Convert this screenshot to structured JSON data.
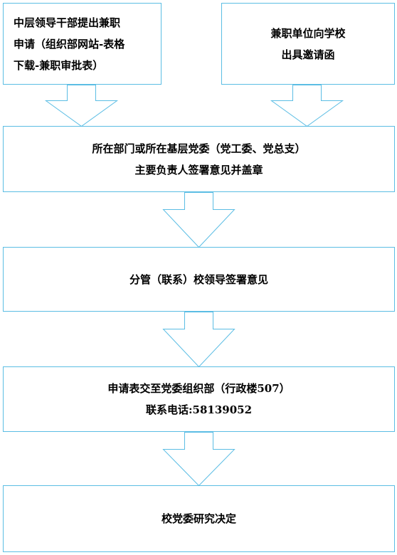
{
  "colors": {
    "border": "#5bbde4",
    "text": "#000000",
    "background": "#ffffff"
  },
  "steps": [
    {
      "id": "cadre-application",
      "lines": [
        "中层领导干部提出兼职",
        "申请（组织部网站-表格",
        "下载-兼职审批表）"
      ]
    },
    {
      "id": "employer-invitation",
      "lines": [
        "兼职单位向学校",
        "出具邀请函"
      ]
    },
    {
      "id": "department-approval",
      "lines": [
        "所在部门或所在基层党委（党工委、党总支）",
        "主要负责人签署意见并盖章"
      ]
    },
    {
      "id": "school-leader-opinion",
      "lines": [
        "分管（联系）校领导签署意见"
      ]
    },
    {
      "id": "submit-to-org-dept",
      "lines": [
        "申请表交至党委组织部（行政楼507）",
        "联系电话:58139052"
      ]
    },
    {
      "id": "party-committee-decision",
      "lines": [
        "校党委研究决定"
      ]
    }
  ]
}
